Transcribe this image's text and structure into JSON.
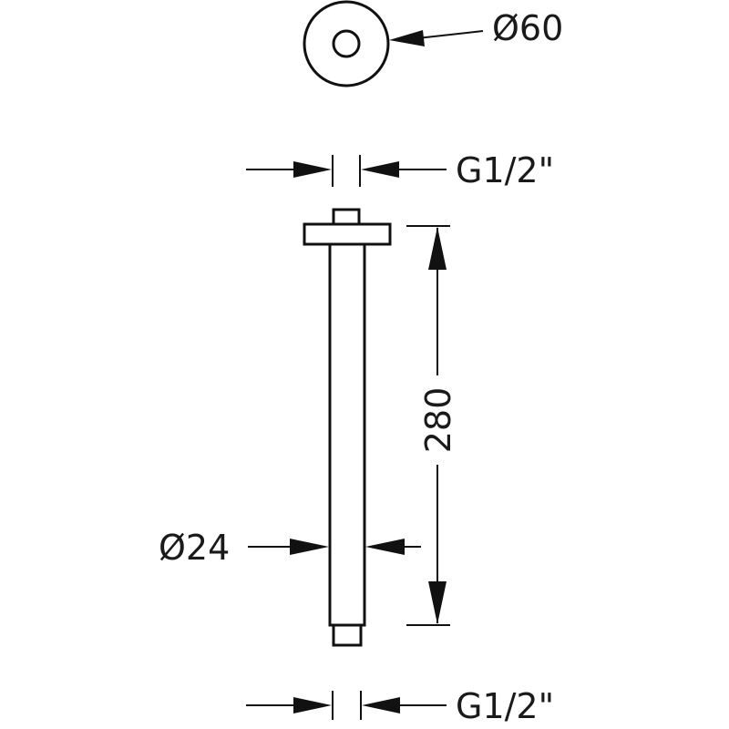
{
  "drawing": {
    "stroke_color": "#111111",
    "background": "#ffffff",
    "dimensions": {
      "flange_diameter": "Ø60",
      "top_thread": "G1/2\"",
      "arm_length": "280",
      "arm_diameter": "Ø24",
      "bottom_thread": "G1/2\""
    }
  }
}
